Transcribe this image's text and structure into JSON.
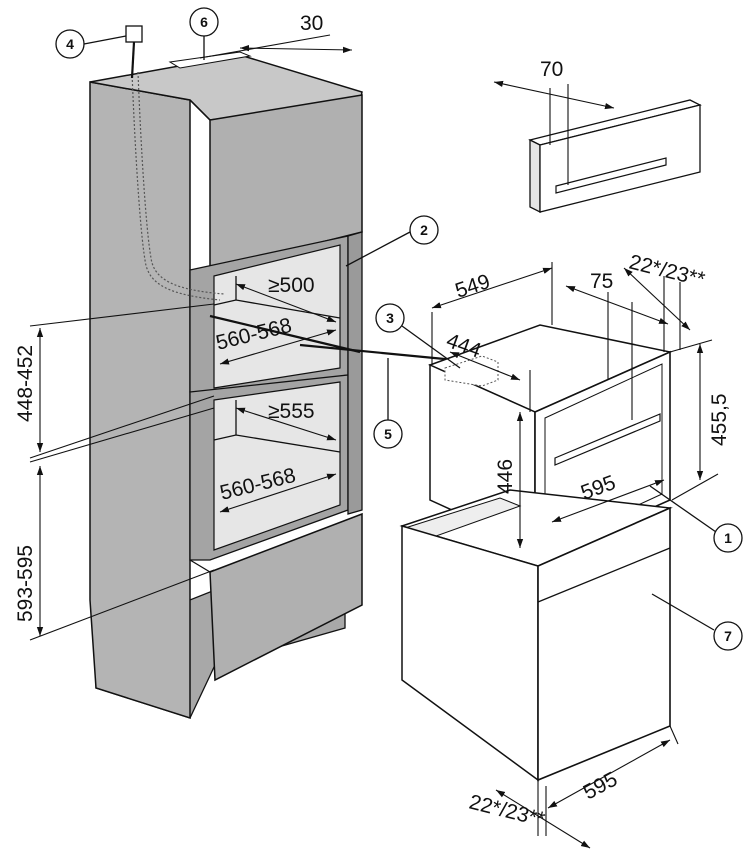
{
  "dimensions": {
    "top_depth": "30",
    "trim_width": "70",
    "niche_upper_depth": "≥500",
    "niche_upper_width": "560-568",
    "upper_height": "448-452",
    "niche_lower_depth": "≥555",
    "niche_lower_width": "560-568",
    "lower_height": "593-595",
    "unit_depth": "549",
    "front_offset_top": "22*/23**",
    "front_depth": "75",
    "box_depth": "444",
    "unit_height": "455,5",
    "front_height": "446",
    "front_width": "595",
    "oven_width": "595",
    "front_offset_bottom": "22*/23**"
  },
  "callouts": {
    "c1": "1",
    "c2": "2",
    "c3": "3",
    "c4": "4",
    "c5": "5",
    "c6": "6",
    "c7": "7"
  },
  "colors": {
    "cabinet_fill": "#b4b4b4",
    "cabinet_dark": "#9a9a9a",
    "cabinet_light": "#c8c8c8",
    "appliance_fill": "#ffffff",
    "line": "#111111"
  }
}
